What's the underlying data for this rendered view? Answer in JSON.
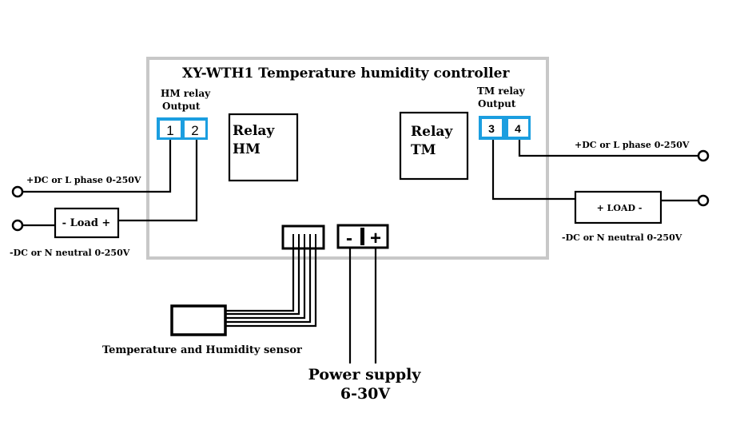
{
  "diagram": {
    "title": "XY-WTH1 Temperature humidity  controller",
    "hm_output": {
      "line1": "HM relay",
      "line2": "Output",
      "terminals": [
        "1",
        "2"
      ]
    },
    "tm_output": {
      "line1": "TM relay",
      "line2": "Output",
      "terminals": [
        "3",
        "4"
      ]
    },
    "relay_hm": {
      "line1": "Relay",
      "line2": "HM"
    },
    "relay_tm": {
      "line1": "Relay",
      "line2": "TM"
    },
    "power_terminals": {
      "minus": "-",
      "plus": "+"
    },
    "left_labels": {
      "phase": "+DC or L phase 0-250V",
      "load": "- Load +",
      "neutral": "-DC or N neutral 0-250V"
    },
    "right_labels": {
      "phase": "+DC or L phase 0-250V",
      "load": "+  LOAD    -",
      "neutral": "-DC or N neutral 0-250V"
    },
    "sensor_label": "Temperature and Humidity sensor",
    "power_supply": {
      "line1": "Power supply",
      "line2": "6-30V"
    },
    "colors": {
      "terminal_blue": "#1b9ee0",
      "board_border": "#c8c8c8",
      "wire": "#000000"
    }
  }
}
